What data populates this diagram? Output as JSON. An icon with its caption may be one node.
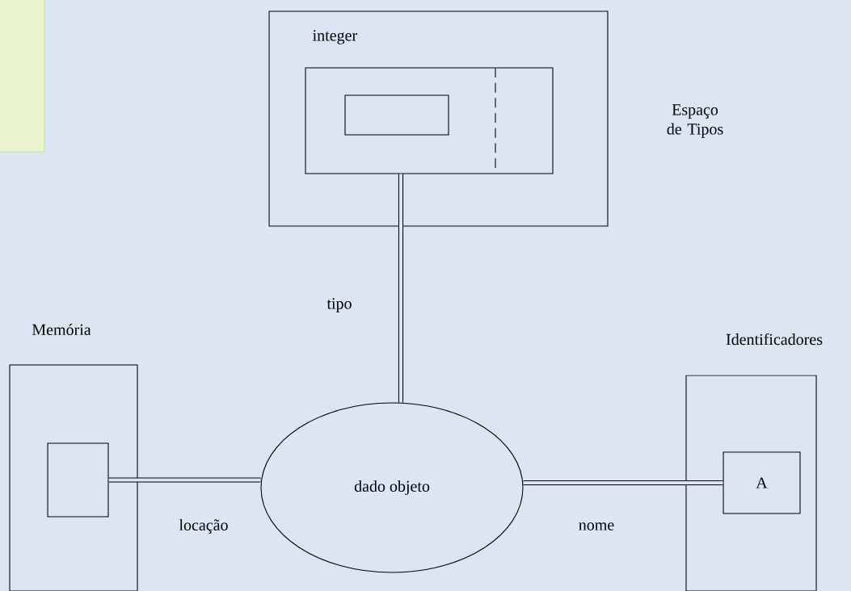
{
  "diagram": {
    "nodes": [
      {
        "text": [
          "integer"
        ],
        "beside": [
          "Espaço de Tipos"
        ]
      },
      {
        "text": [],
        "shape": "box",
        "in": 0
      },
      {
        "text": [],
        "shape": "box",
        "in": 1
      },
      {
        "text": [
          "Memória"
        ]
      },
      {
        "text": [],
        "shape": "box",
        "in": 3
      },
      {
        "text": [
          "dado objeto"
        ]
      },
      {
        "text": [
          "Identificadores"
        ]
      },
      {
        "text": [
          "A"
        ],
        "in": 6
      }
    ],
    "edges": [
      {
        "from": 5,
        "to": 1,
        "arrow": "none",
        "label": "tipo"
      },
      {
        "from": 5,
        "to": 4,
        "arrow": "none",
        "label": "locação"
      },
      {
        "from": 5,
        "to": 7,
        "arrow": "none",
        "label": "nome"
      }
    ]
  }
}
